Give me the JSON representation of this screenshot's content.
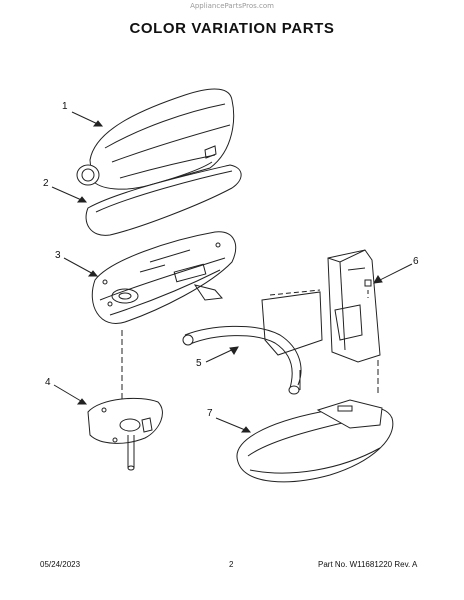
{
  "watermark": "AppliancePartsPros.com",
  "title": "COLOR VARIATION PARTS",
  "callouts": [
    "1",
    "2",
    "3",
    "4",
    "5",
    "6",
    "7"
  ],
  "footer": {
    "date": "05/24/2023",
    "page": "2",
    "part": "Part No. W11681220  Rev. A"
  }
}
